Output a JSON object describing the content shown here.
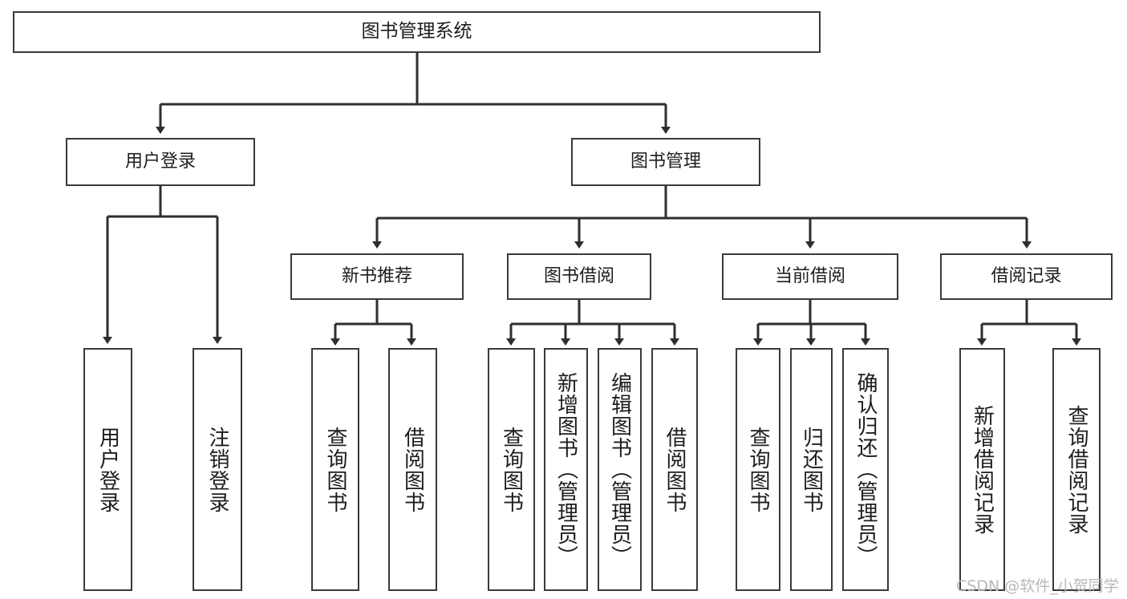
{
  "diagram": {
    "title": "图书管理系统",
    "type": "function-structure-tree",
    "watermark": "CSDN @软件_小贺同学",
    "colors": {
      "stroke": "#3a3a3a",
      "text": "#1d1d1d",
      "background": "#ffffff",
      "watermark": "#b8b8b8"
    }
  },
  "nodes": {
    "root": {
      "label": "图书管理系统"
    },
    "level2": [
      {
        "label": "用户登录"
      },
      {
        "label": "图书管理"
      }
    ],
    "level3": [
      {
        "label": "新书推荐"
      },
      {
        "label": "图书借阅"
      },
      {
        "label": "当前借阅"
      },
      {
        "label": "借阅记录"
      }
    ],
    "leaves": {
      "user_login": [
        {
          "label": "用户登录"
        },
        {
          "label": "注销登录"
        }
      ],
      "new_book": [
        {
          "label": "查询图书"
        },
        {
          "label": "借阅图书"
        }
      ],
      "book_borrow": [
        {
          "label": "查询图书"
        },
        {
          "label": "新增图书（管理员）"
        },
        {
          "label": "编辑图书（管理员）"
        },
        {
          "label": "借阅图书"
        }
      ],
      "current_borrow": [
        {
          "label": "查询图书"
        },
        {
          "label": "归还图书"
        },
        {
          "label": "确认归还（管理员）"
        }
      ],
      "borrow_record": [
        {
          "label": "新增借阅记录"
        },
        {
          "label": "查询借阅记录"
        }
      ]
    }
  }
}
